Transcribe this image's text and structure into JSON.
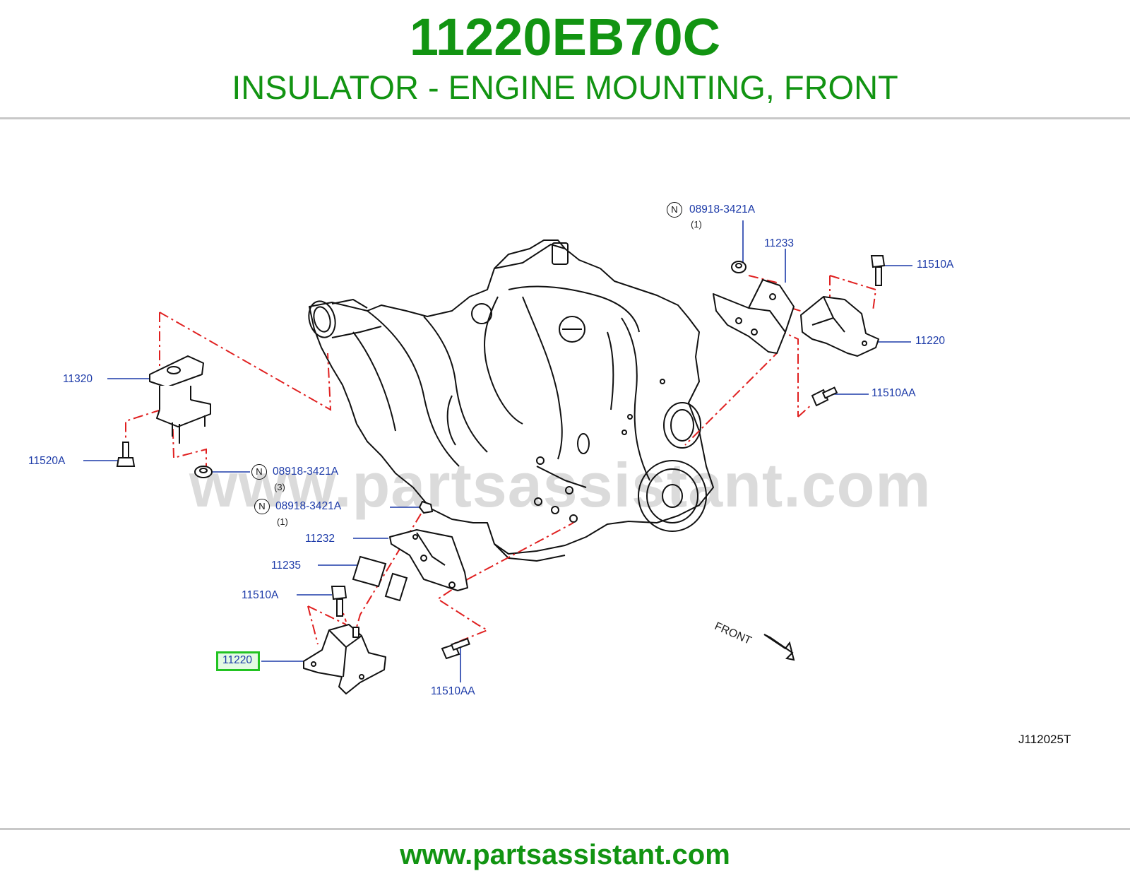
{
  "header": {
    "part_number": "11220EB70C",
    "description": "INSULATOR - ENGINE MOUNTING, FRONT"
  },
  "diagram": {
    "watermark": "www.partsassistant.com",
    "drawing_code": "J112025T",
    "direction_label": "FRONT",
    "callouts": {
      "c11320": "11320",
      "c11520a": "11520A",
      "n1_code": "08918-3421A",
      "n1_qty": "(3)",
      "n2_code": "08918-3421A",
      "n2_qty": "(1)",
      "n3_code": "08918-3421A",
      "n3_qty": "(1)",
      "n_symbol": "N",
      "c11232": "11232",
      "c11235": "11235",
      "c11510a_left": "11510A",
      "c11220_highlight": "11220",
      "c11510aa_bottom": "11510AA",
      "c11233": "11233",
      "c11510a_right": "11510A",
      "c11220_right": "11220",
      "c11510aa_right": "11510AA"
    },
    "colors": {
      "title": "#129412",
      "callout": "#1c3aa8",
      "leader": "#1c3aa8",
      "dashed_line": "#e02020",
      "highlight_border": "#22c322"
    }
  },
  "footer": {
    "url": "www.partsassistant.com"
  }
}
